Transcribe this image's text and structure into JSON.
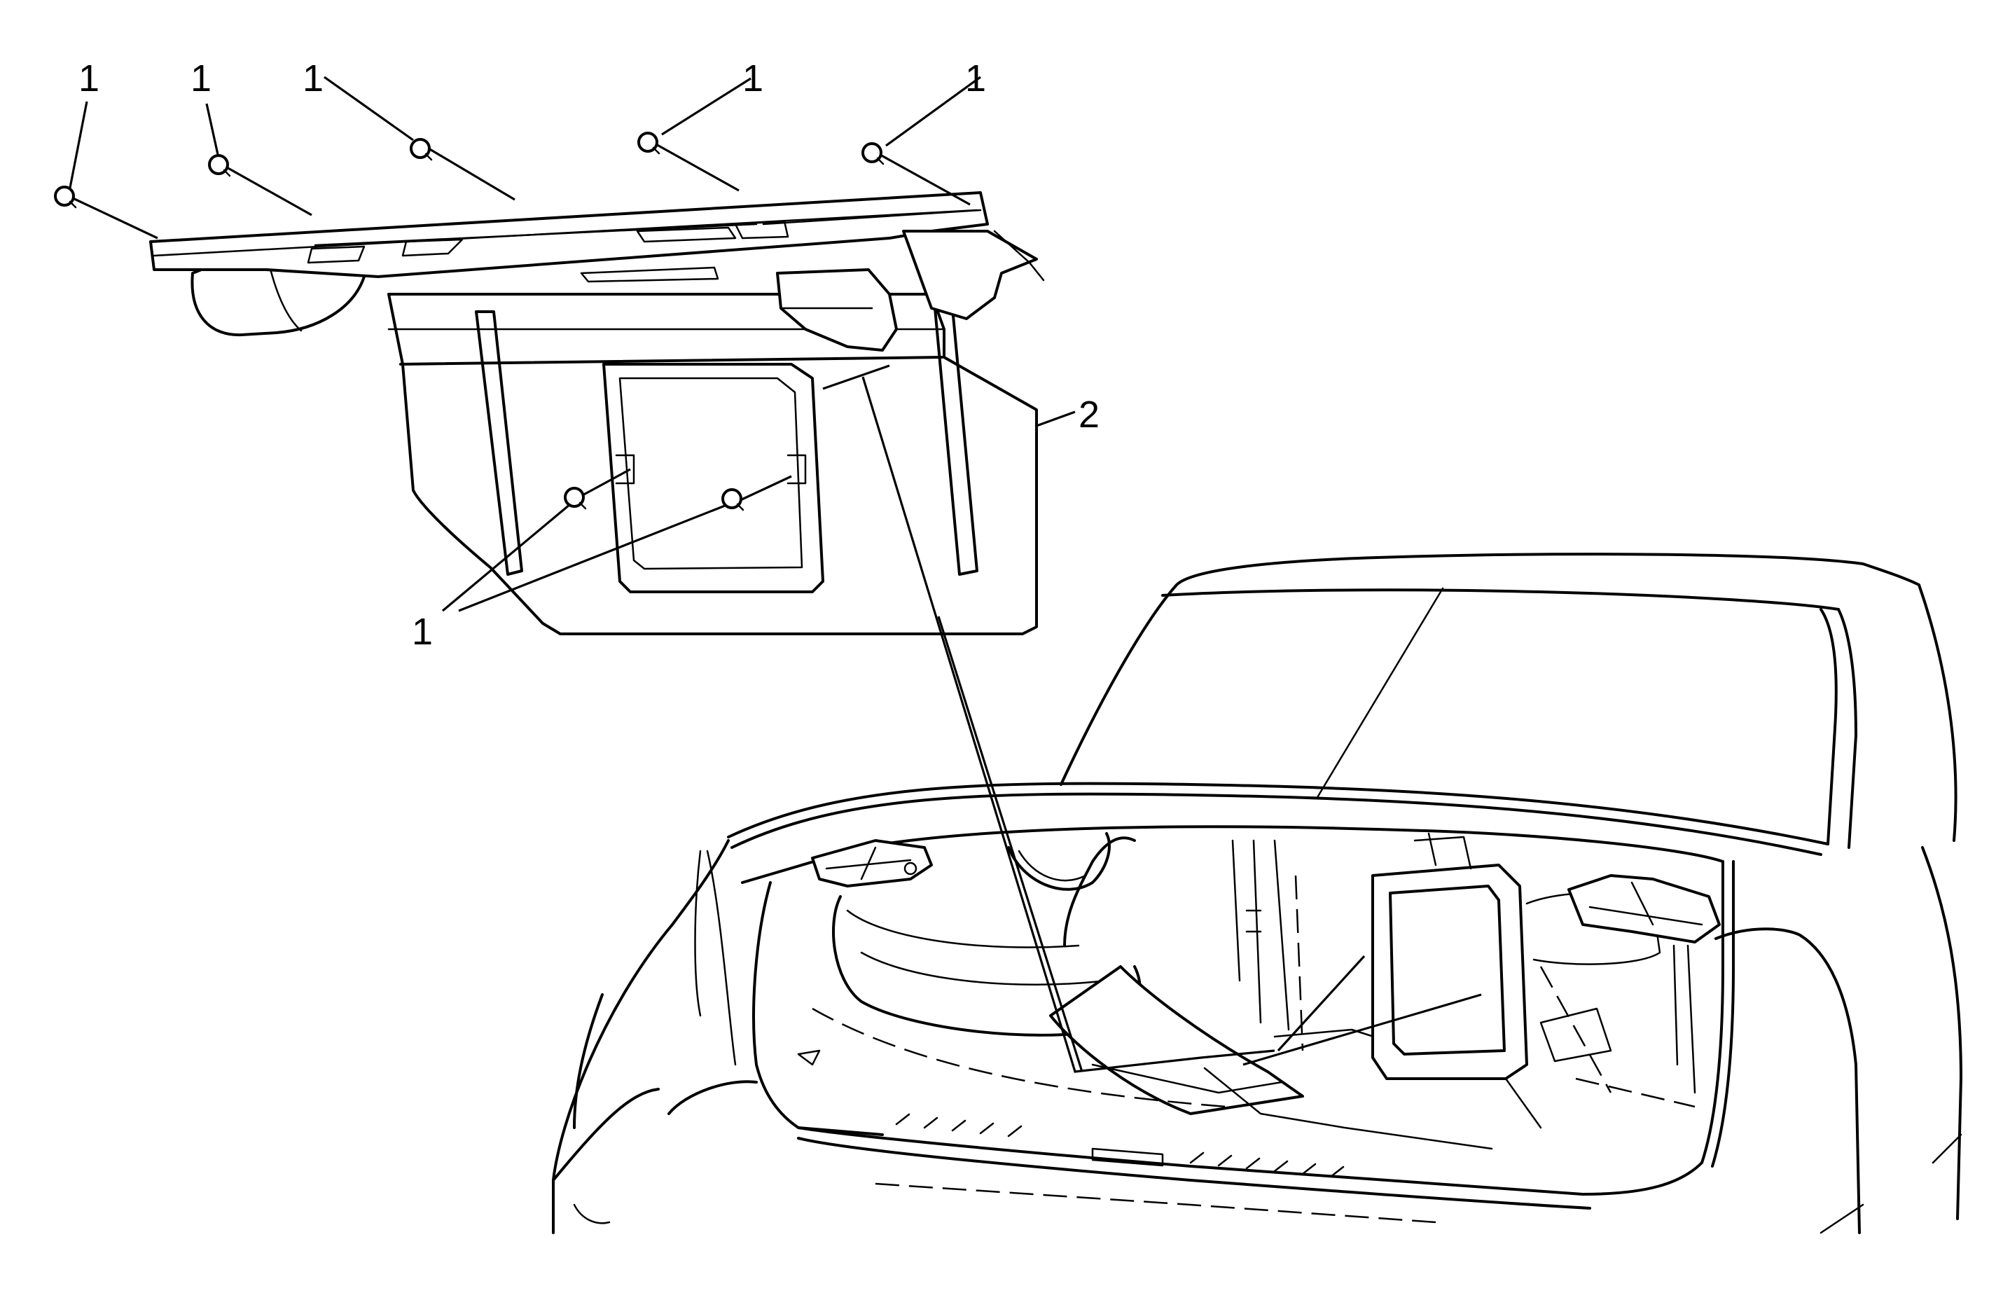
{
  "diagram": {
    "callouts": {
      "top_1": "1",
      "top_2": "1",
      "top_3": "1",
      "top_4": "1",
      "top_5": "1",
      "side_panel": "2",
      "lower_group": "1"
    },
    "line_color": "#000000",
    "background": "#ffffff"
  }
}
